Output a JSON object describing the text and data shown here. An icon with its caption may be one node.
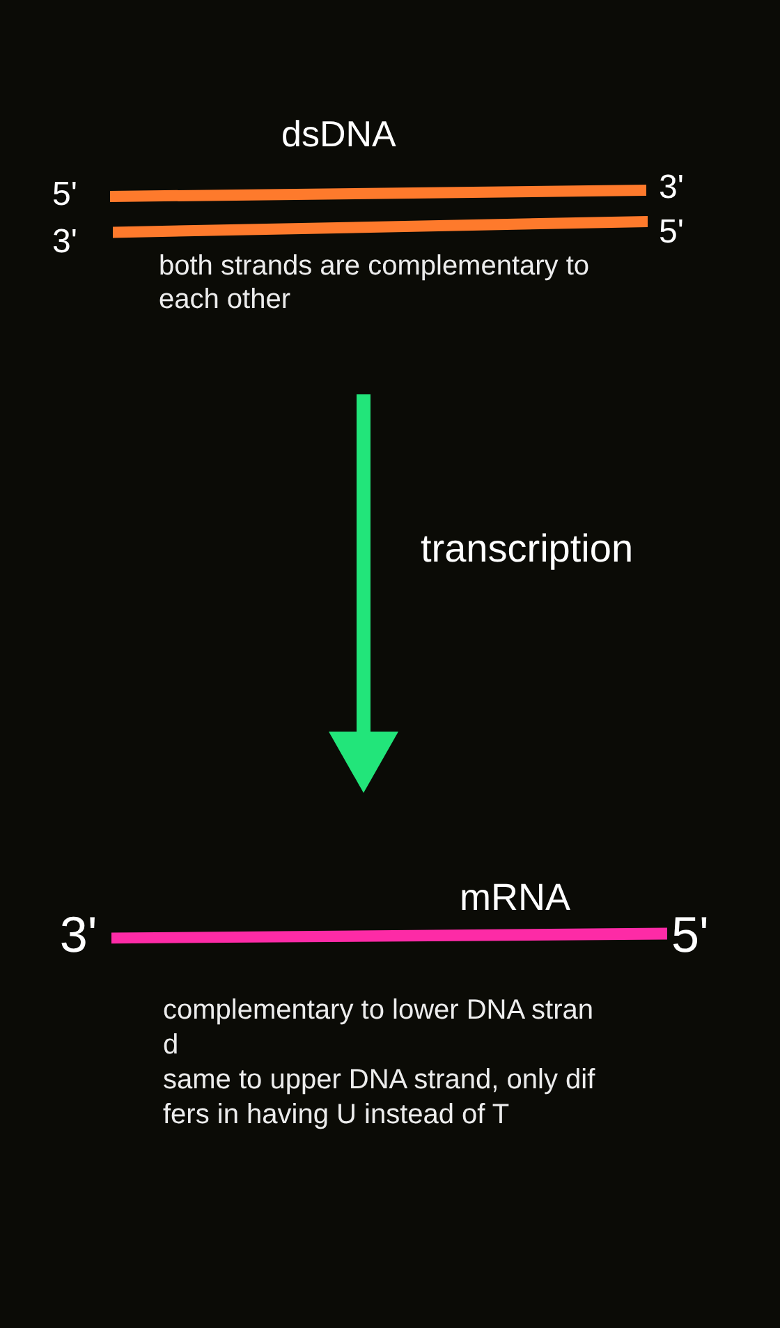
{
  "diagram": {
    "nodes": [
      {
        "text": [
          "dsDNA",
          "both strands are complementary to each other"
        ]
      },
      {
        "text": [],
        "shape": "bar",
        "beside": [
          "5'",
          "3'"
        ],
        "in": 0
      },
      {
        "text": [],
        "shape": "bar",
        "beside": [
          "3'",
          "5'"
        ],
        "in": 0
      },
      {
        "text": [
          "mRNA",
          "complementary to lower DNA strand",
          "same to upper DNA strand, only differs in having U instead of T"
        ]
      },
      {
        "text": [],
        "shape": "bar",
        "beside": [
          "3'",
          "5'"
        ],
        "in": 3
      }
    ],
    "edges": [
      {
        "from": 0,
        "to": 3,
        "arrow": "to",
        "label": "transcription",
        "color": "#22e57a"
      }
    ]
  }
}
